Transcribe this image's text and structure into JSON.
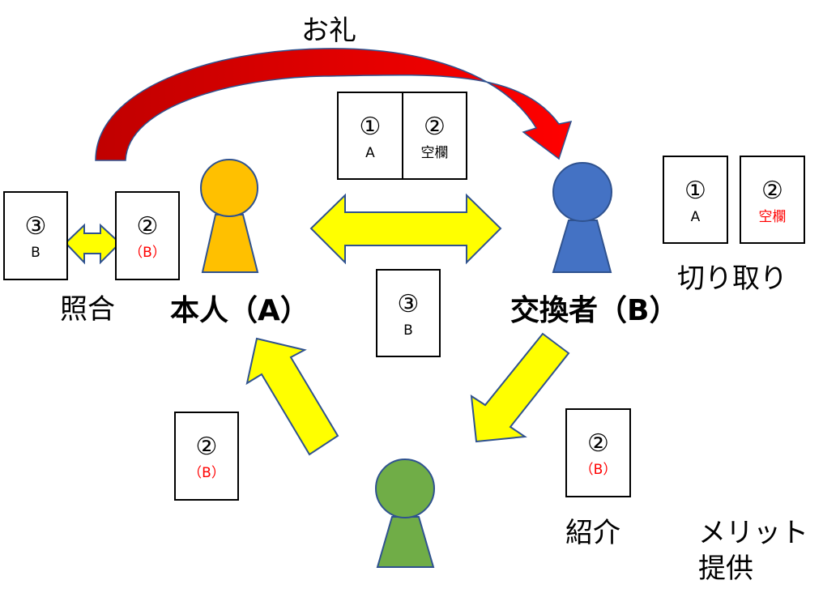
{
  "title_top": "お礼",
  "people": [
    {
      "id": "a",
      "label": "本人（A）",
      "color": "#ffc000"
    },
    {
      "id": "b",
      "label": "交換者（B）",
      "color": "#4472c4"
    },
    {
      "id": "c",
      "label": "",
      "color": "#70ad47"
    }
  ],
  "labels": {
    "verify": "照合",
    "cutoff": "切り取り",
    "introduce": "紹介",
    "merit_line1": "メリット",
    "merit_line2": "提供"
  },
  "cards": {
    "verify_left": {
      "num": "③",
      "sub": "B",
      "sub_red": false
    },
    "verify_right": {
      "num": "②",
      "sub": "（B）",
      "sub_red": true
    },
    "exchange_left": {
      "num": "①",
      "sub": "A",
      "sub_red": false
    },
    "exchange_right": {
      "num": "②",
      "sub": "空欄",
      "sub_red": false
    },
    "cut_left": {
      "num": "①",
      "sub": "A",
      "sub_red": false
    },
    "cut_right": {
      "num": "②",
      "sub": "空欄",
      "sub_red": true
    },
    "center": {
      "num": "③",
      "sub": "B",
      "sub_red": false
    },
    "to_a": {
      "num": "②",
      "sub": "（B）",
      "sub_red": true
    },
    "intro": {
      "num": "②",
      "sub": "（B）",
      "sub_red": true
    }
  },
  "colors": {
    "arrow_yellow": "#ffff00",
    "arrow_outline": "#2f528f",
    "arc_red": "#ff0000",
    "arc_dark_red": "#c00000",
    "figure_outline": "#2f528f",
    "text_red": "#ff0000"
  }
}
